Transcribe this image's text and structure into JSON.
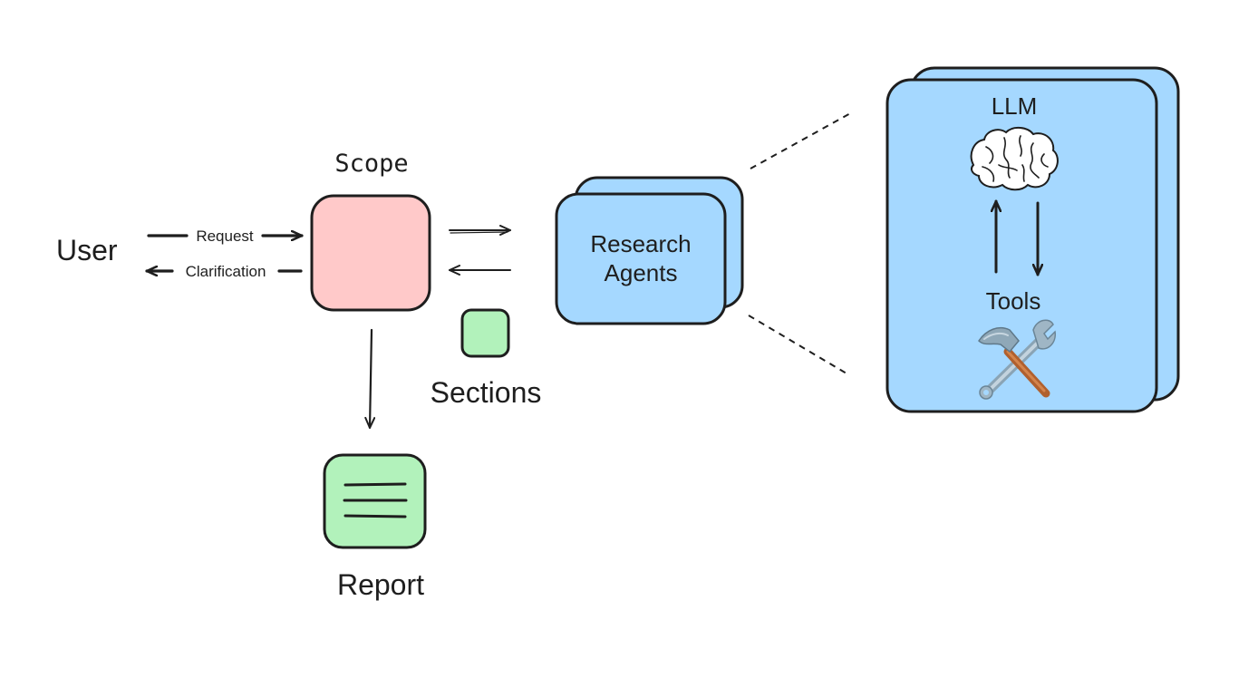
{
  "labels": {
    "user": "User",
    "request": "Request",
    "clarification": "Clarification",
    "scope": "Scope",
    "sections": "Sections",
    "report": "Report",
    "research_agents_line1": "Research",
    "research_agents_line2": "Agents",
    "llm": "LLM",
    "tools": "Tools"
  },
  "icons": {
    "brain": "brain-icon",
    "tools": "hammer-and-wrench-icon",
    "report": "document-lines-icon"
  },
  "colors": {
    "scope_fill": "#ffc9c9",
    "green_fill": "#b2f2bb",
    "blue_fill": "#a5d8ff",
    "stroke": "#1e1e1e"
  }
}
